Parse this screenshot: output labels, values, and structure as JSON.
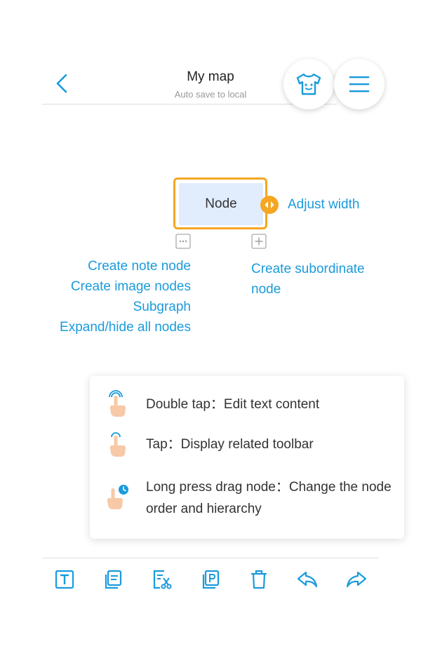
{
  "header": {
    "title": "My map",
    "subtitle": "Auto save to local"
  },
  "node": {
    "label": "Node",
    "adjust_width_label": "Adjust width"
  },
  "hints": {
    "create_note": "Create note node",
    "create_image": "Create image nodes",
    "subgraph": "Subgraph",
    "expand_hide": "Expand/hide all nodes",
    "create_subordinate": "Create subordinate node"
  },
  "tips": [
    {
      "icon": "double-tap-hand-icon",
      "text": "Double tap：Edit text content"
    },
    {
      "icon": "tap-hand-icon",
      "text": "Tap：Display related toolbar"
    },
    {
      "icon": "long-press-hand-icon",
      "text": "Long press drag node：Change the node order and hierarchy"
    }
  ],
  "toolbar": [
    "text-format-icon",
    "note-icon",
    "cut-icon",
    "paste-icon",
    "delete-icon",
    "undo-icon",
    "redo-icon"
  ],
  "colors": {
    "accent": "#1a9bdc",
    "node_fill": "#e1ecfd",
    "selection": "#f5a623"
  }
}
